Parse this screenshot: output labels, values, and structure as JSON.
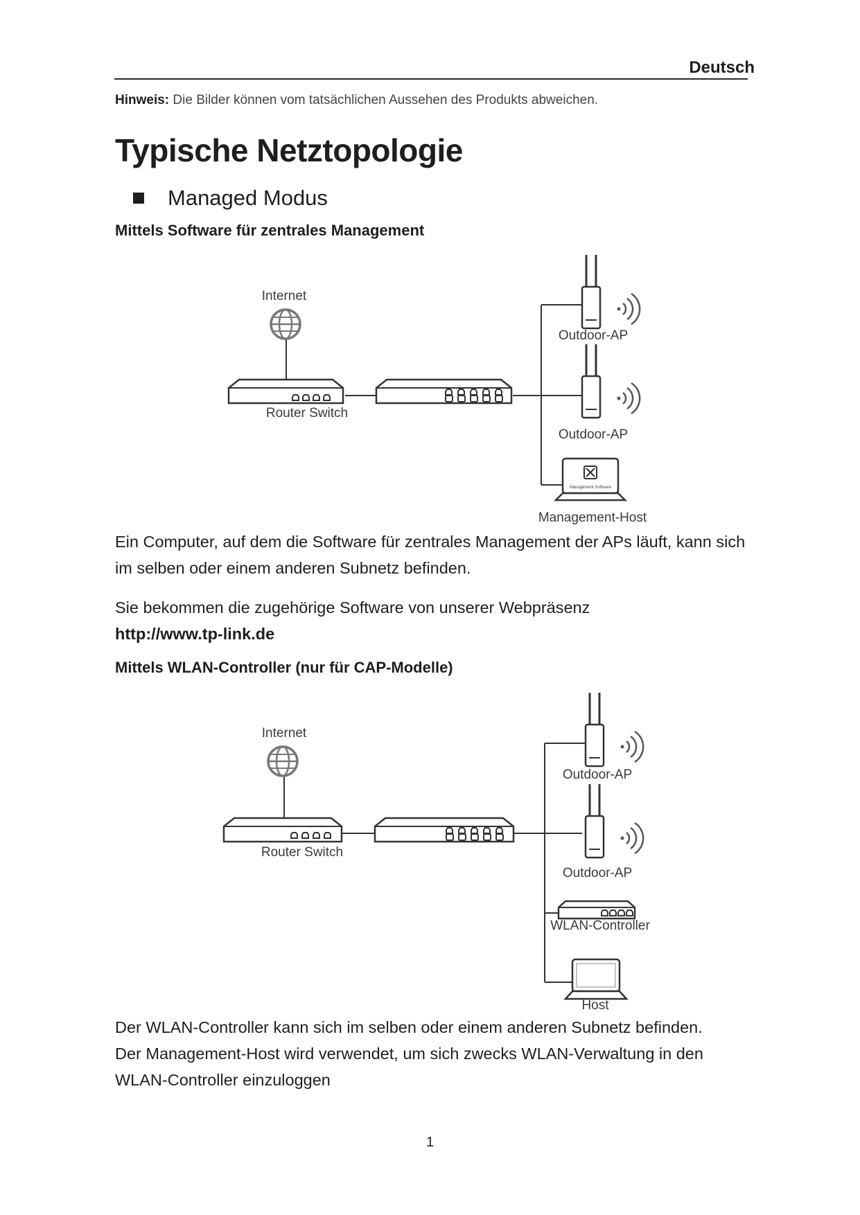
{
  "header": {
    "language": "Deutsch"
  },
  "note": {
    "label": "Hinweis:",
    "text": "Die Bilder können vom tatsächlichen Aussehen des Produkts abweichen."
  },
  "title": "Typische Netztopologie",
  "section": {
    "title": "Managed Modus"
  },
  "sub1": {
    "title": "Mittels Software für zentrales Management",
    "diagram": {
      "internet": "Internet",
      "router_switch": "Router Switch",
      "ap1": "Outdoor-AP",
      "ap2": "Outdoor-AP",
      "host": "Management-Host",
      "screen_text": "Management Software"
    },
    "para1": "Ein Computer, auf dem die Software für zentrales Management der APs läuft, kann sich im selben oder einem anderen Subnetz befinden.",
    "para2": "Sie bekommen die zugehörige Software von unserer Webpräsenz",
    "link": "http://www.tp-link.de"
  },
  "sub2": {
    "title": "Mittels WLAN-Controller (nur für CAP-Modelle)",
    "diagram": {
      "internet": "Internet",
      "router_switch": "Router Switch",
      "ap1": "Outdoor-AP",
      "ap2": "Outdoor-AP",
      "controller": "WLAN-Controller",
      "host": "Host"
    },
    "para1": "Der WLAN-Controller kann sich im selben oder einem anderen Subnetz befinden.",
    "para2": "Der Management-Host wird verwendet, um sich zwecks WLAN-Verwaltung in den WLAN-Controller einzuloggen"
  },
  "page_number": "1"
}
